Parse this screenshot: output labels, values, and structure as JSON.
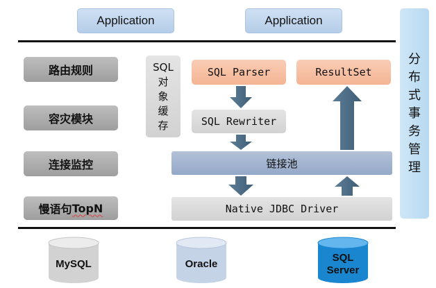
{
  "applications": [
    "Application",
    "Application"
  ],
  "side_label": [
    "分",
    "布",
    "式",
    "事",
    "务",
    "管",
    "理"
  ],
  "left_modules": [
    {
      "prefix": "路由规则",
      "suffix": ""
    },
    {
      "prefix": "容灾模块",
      "suffix": ""
    },
    {
      "prefix": "连接监控",
      "suffix": ""
    },
    {
      "prefix": "慢语句",
      "suffix": "TopN"
    }
  ],
  "sql_cache": [
    "SQL",
    "对",
    "象",
    "缓",
    "存"
  ],
  "sql_parser": "SQL Parser",
  "result_set": "ResultSet",
  "sql_rewriter": "SQL Rewriter",
  "connection_pool": "链接池",
  "jdbc_driver": "Native JDBC Driver",
  "databases": [
    {
      "name": "MySQL",
      "line2": "",
      "color": "#d4d4d4"
    },
    {
      "name": "Oracle",
      "line2": "",
      "color": "#c9d5e7"
    },
    {
      "name": "SQL",
      "line2": "Server",
      "color": "#1f8fd8"
    }
  ],
  "colors": {
    "orange": "#f6bd9f",
    "blue_pool": "#9fb2cf",
    "arrow": "#4b6a85",
    "server_db": "#1f8fd8"
  }
}
